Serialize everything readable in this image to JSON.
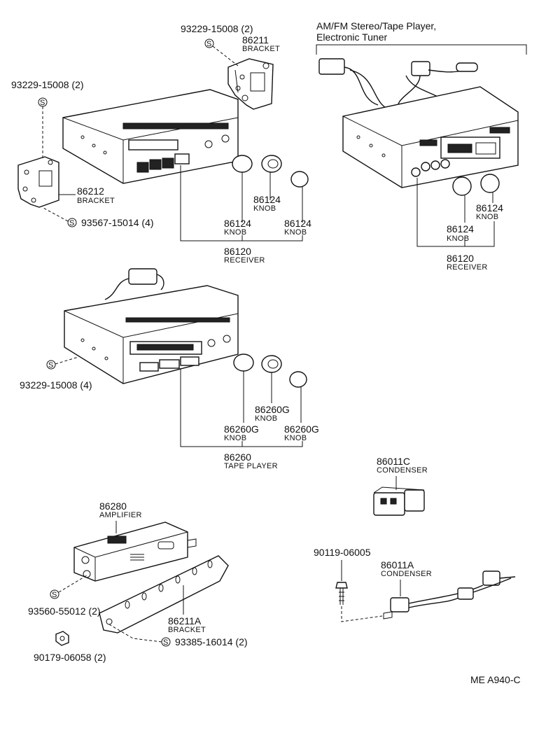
{
  "section_title": [
    "AM/FM Stereo/Tape Player,",
    "Electronic Tuner"
  ],
  "footer_code": "ME  A940-C",
  "s_symbol": "S",
  "labels": {
    "p93229_15008_2_top": "93229-15008 (2)",
    "p86211": "86211",
    "bracket_86211": "BRACKET",
    "p93229_15008_2_left": "93229-15008 (2)",
    "p86212": "86212",
    "bracket_86212": "BRACKET",
    "p93567_15014_4": "93567-15014 (4)",
    "p86124_a": "86124",
    "knob_86124_a": "KNOB",
    "p86124_b": "86124",
    "knob_86124_b": "KNOB",
    "p86124_c": "86124",
    "knob_86124_c": "KNOB",
    "p86120": "86120",
    "receiver_86120": "RECEIVER",
    "p86124_d": "86124",
    "knob_86124_d": "KNOB",
    "p86124_e": "86124",
    "knob_86124_e": "KNOB",
    "p86120_r": "86120",
    "receiver_86120_r": "RECEIVER",
    "p93229_15008_4": "93229-15008 (4)",
    "p86260g_a": "86260G",
    "knob_86260g_a": "KNOB",
    "p86260g_b": "86260G",
    "knob_86260g_b": "KNOB",
    "p86260g_c": "86260G",
    "knob_86260g_c": "KNOB",
    "p86260": "86260",
    "tape_player_86260": "TAPE PLAYER",
    "p86011c": "86011C",
    "condenser_86011c": "CONDENSER",
    "p86280": "86280",
    "amplifier_86280": "AMPLIFIER",
    "p90119_06005": "90119-06005",
    "p86011a": "86011A",
    "condenser_86011a": "CONDENSER",
    "p93560_55012_2": "93560-55012 (2)",
    "p86211a": "86211A",
    "bracket_86211a": "BRACKET",
    "p93385_16014_2": "93385-16014 (2)",
    "p90179_06058_2": "90179-06058 (2)"
  }
}
